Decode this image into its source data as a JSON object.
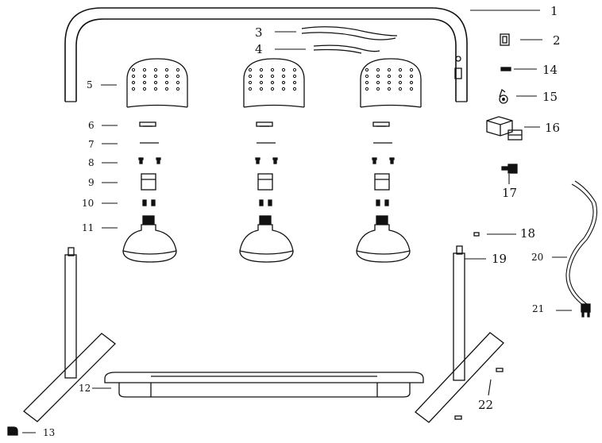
{
  "diagram": {
    "labels": {
      "l1": "1",
      "l2": "2",
      "l3": "3",
      "l4": "4",
      "l5": "5",
      "l6": "6",
      "l7": "7",
      "l8": "8",
      "l9": "9",
      "l10": "10",
      "l11": "11",
      "l12": "12",
      "l13": "13",
      "l14": "14",
      "l15": "15",
      "l16": "16",
      "l17": "17",
      "l18": "18",
      "l19": "19",
      "l20": "20",
      "l21": "21",
      "l22": "22"
    }
  }
}
